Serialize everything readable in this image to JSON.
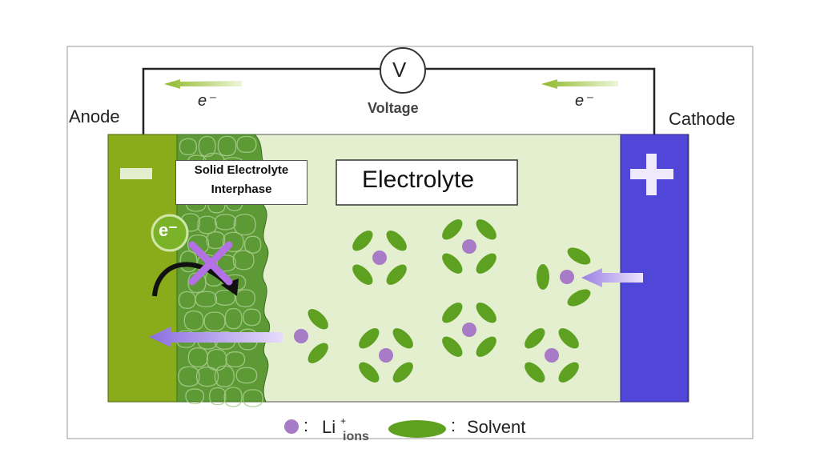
{
  "labels": {
    "anode": "Anode",
    "cathode": "Cathode",
    "voltage_symbol": "V",
    "voltage": "Voltage",
    "electron_left": "e⁻",
    "electron_right": "e⁻",
    "minus_sign": "−",
    "plus_sign": "+",
    "sei_line1": "Solid Electrolyte",
    "sei_line2": "Interphase",
    "electrolyte": "Electrolyte",
    "electron_badge": "e⁻"
  },
  "legend": {
    "li_label": "Li",
    "li_superscript": "+",
    "li_suffix": "ions",
    "solvent_label": "Solvent",
    "colon": ":"
  },
  "colors": {
    "anode": "#8aac1a",
    "sei": "#4e8a2e",
    "electrolyte_bg": "#e3efcf",
    "cathode": "#5046d8",
    "li_ion": "#a77bc6",
    "solvent": "#5ea01f",
    "arrow_purple": "#9b7be0",
    "arrow_green": "#a7c84a",
    "x_mark": "#b471e6"
  }
}
